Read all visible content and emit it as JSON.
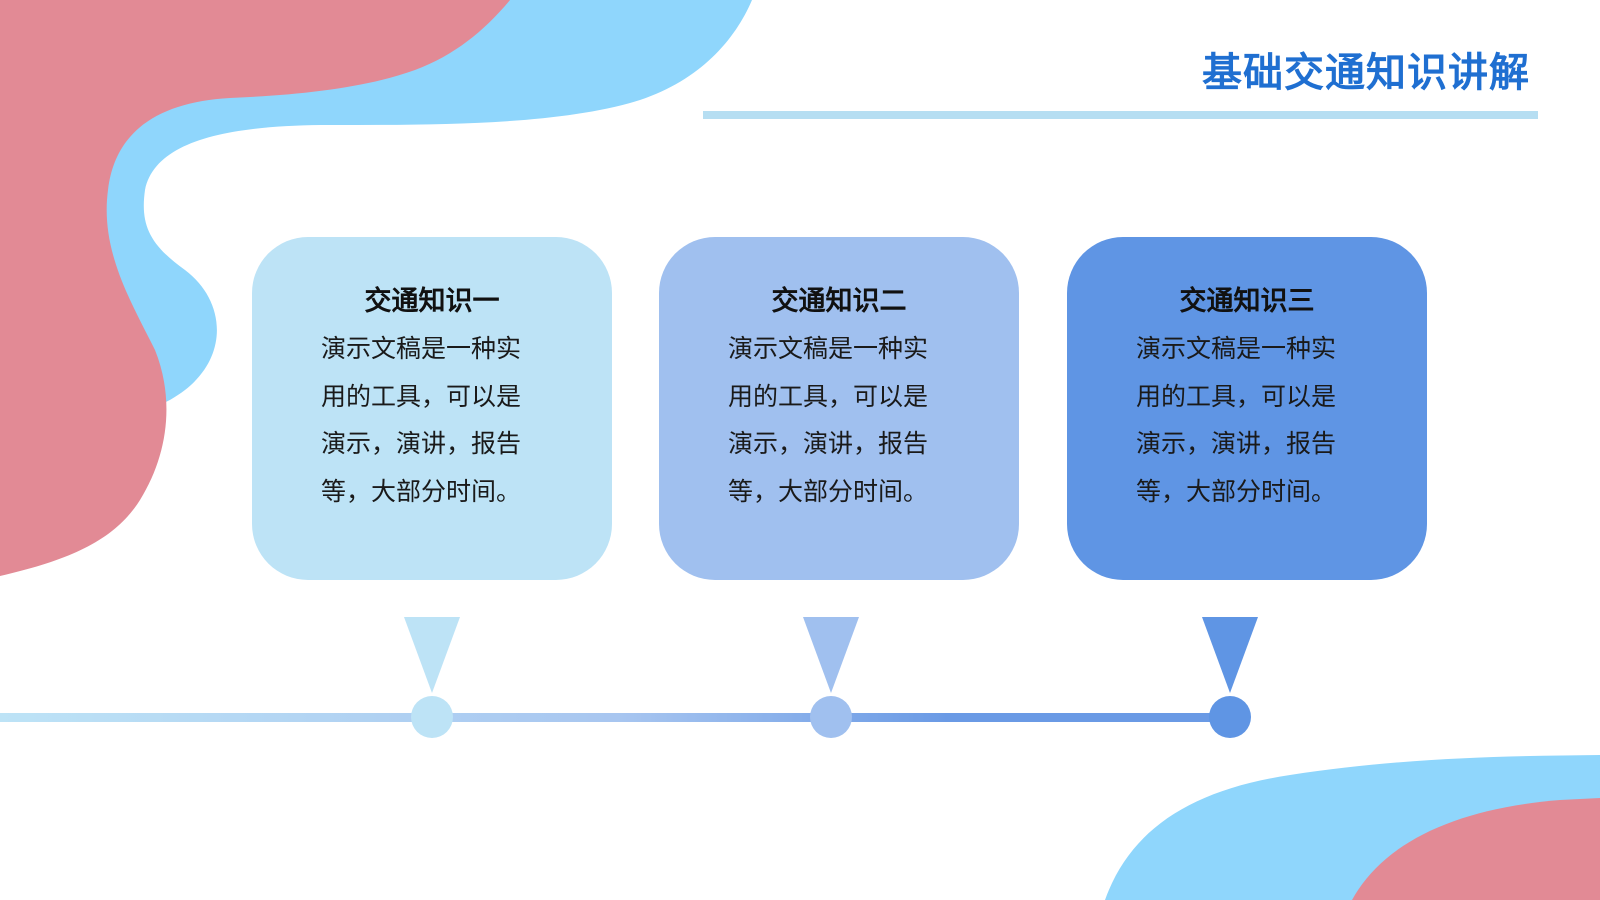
{
  "title": "基础交通知识讲解",
  "colors": {
    "title": "#1f6fd1",
    "blob_pink": "#e28a95",
    "blob_blue": "#8fd6fc",
    "rule": "#b6def2",
    "step_1": "#bde3f6",
    "step_2": "#a0c0ef",
    "step_3": "#5f95e4"
  },
  "cards": [
    {
      "title": "交通知识一",
      "lines": [
        "演示文稿是一种实",
        "用的工具，可以是",
        "演示，演讲，报告",
        "等，大部分时间。"
      ]
    },
    {
      "title": "交通知识二",
      "lines": [
        "演示文稿是一种实",
        "用的工具，可以是",
        "演示，演讲，报告",
        "等，大部分时间。"
      ]
    },
    {
      "title": "交通知识三",
      "lines": [
        "演示文稿是一种实",
        "用的工具，可以是",
        "演示，演讲，报告",
        "等，大部分时间。"
      ]
    }
  ]
}
